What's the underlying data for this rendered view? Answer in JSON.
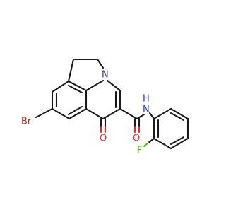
{
  "molecule": {
    "atoms": {
      "bromine": "Br",
      "oxygen": "O",
      "nitrogen_ring": "N",
      "amide_nh": "N",
      "amide_h": "H",
      "fluorine": "F"
    },
    "colors": {
      "carbon": "#1a1a1a",
      "oxygen": "#e8262a",
      "nitrogen": "#2f2fd0",
      "bromine": "#a5321f",
      "fluorine": "#55b800"
    }
  }
}
